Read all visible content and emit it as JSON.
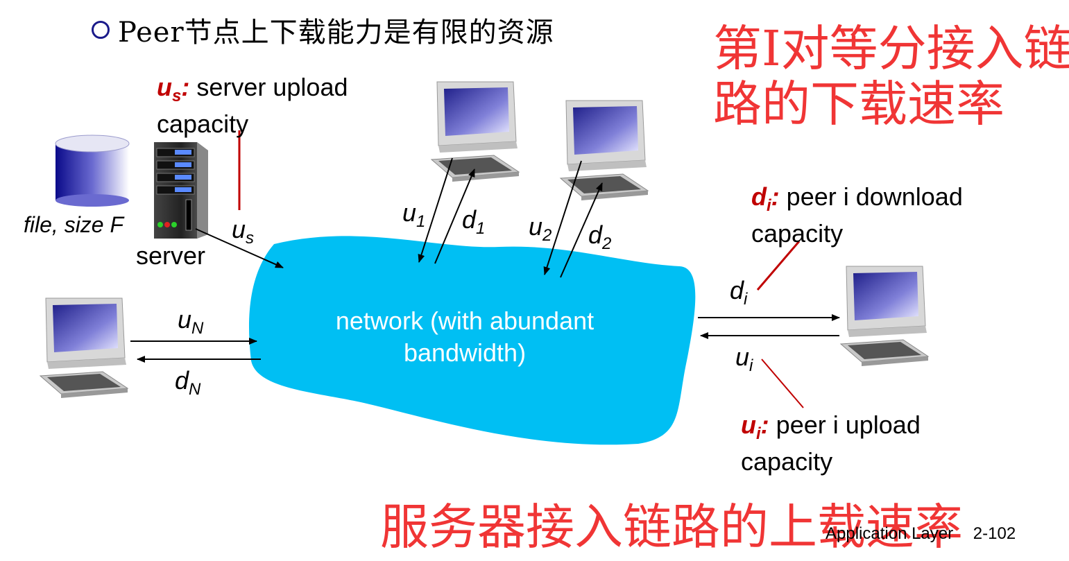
{
  "title": "Peer节点上下载能力是有限的资源",
  "annotation_top": {
    "line1": "第I对等分接入链",
    "line2": "路的下载速率"
  },
  "annotation_bottom": "服务器接入链路的上载速率",
  "server_note": {
    "var": "u",
    "sub": "s",
    "colon": ":",
    "text1": " server upload",
    "text2": "capacity"
  },
  "download_note": {
    "var": "d",
    "sub": "i",
    "colon": ":",
    "text1": " peer i download",
    "text2": "capacity"
  },
  "upload_note": {
    "var": "u",
    "sub": "i",
    "colon": ":",
    "text1": " peer i upload",
    "text2": "capacity"
  },
  "file_label": "file, size F",
  "server_label": "server",
  "network_label": {
    "line1": "network (with abundant",
    "line2": "bandwidth)"
  },
  "link_labels": {
    "us": {
      "var": "u",
      "sub": "s"
    },
    "u1": {
      "var": "u",
      "sub": "1"
    },
    "d1": {
      "var": "d",
      "sub": "1"
    },
    "u2": {
      "var": "u",
      "sub": "2"
    },
    "d2": {
      "var": "d",
      "sub": "2"
    },
    "uN": {
      "var": "u",
      "sub": "N"
    },
    "dN": {
      "var": "d",
      "sub": "N"
    },
    "di": {
      "var": "d",
      "sub": "i"
    },
    "ui": {
      "var": "u",
      "sub": "i"
    }
  },
  "footer": {
    "text": "Application Layer",
    "page": "2-102"
  },
  "colors": {
    "network": "#00bff3",
    "annotation": "#f03535",
    "highlight": "#c00000"
  },
  "icons": [
    "database-icon",
    "server-icon",
    "computer-icon"
  ]
}
